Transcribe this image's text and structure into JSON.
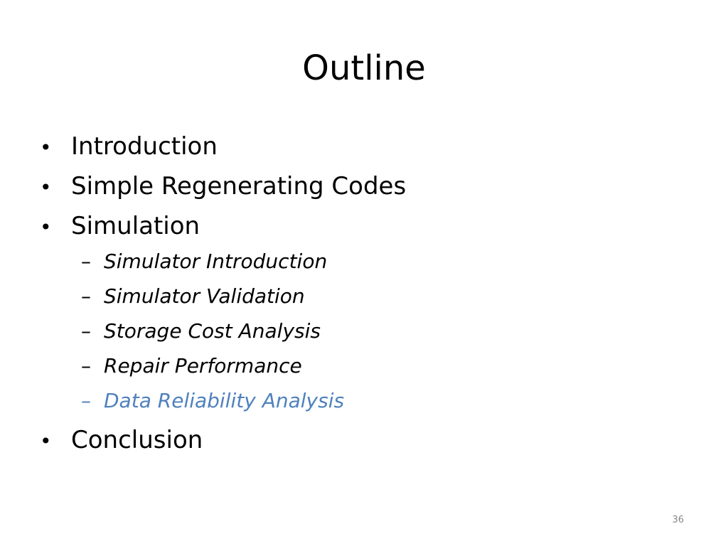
{
  "slide": {
    "title": "Outline",
    "bullet_marker": "•",
    "sub_marker": "–",
    "items": [
      {
        "label": "Introduction"
      },
      {
        "label": "Simple Regenerating Codes"
      },
      {
        "label": "Simulation",
        "sub_items": [
          {
            "label": "Simulator Introduction",
            "highlighted": false
          },
          {
            "label": "Simulator Validation",
            "highlighted": false
          },
          {
            "label": "Storage Cost Analysis",
            "highlighted": false
          },
          {
            "label": "Repair Performance",
            "highlighted": false
          },
          {
            "label": "Data Reliability Analysis",
            "highlighted": true
          }
        ]
      },
      {
        "label": "Conclusion"
      }
    ],
    "page_number": "36",
    "highlight_color": "#4f81bd"
  }
}
